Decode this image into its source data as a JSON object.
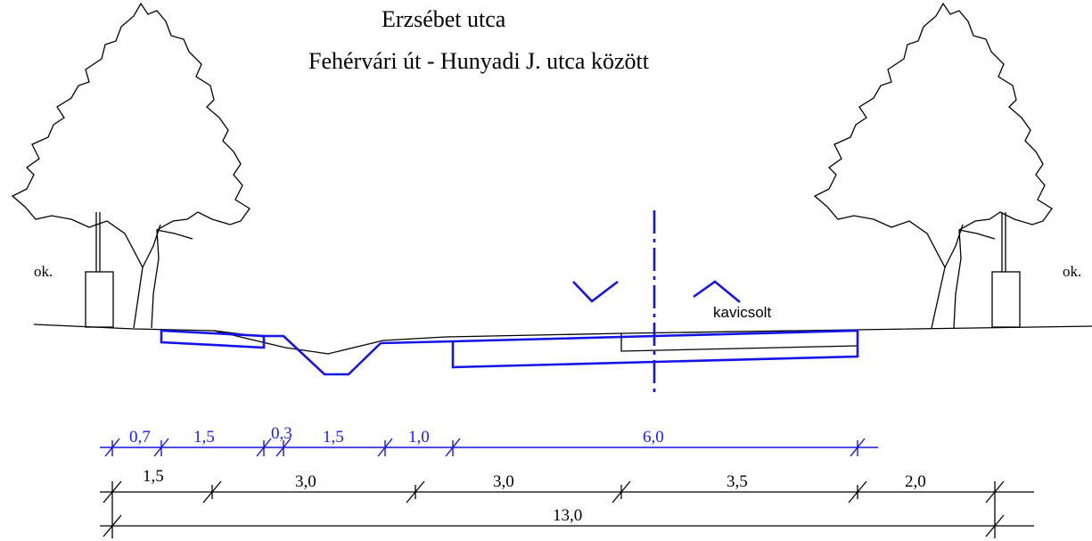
{
  "title": {
    "line1": "Erzsébet  utca",
    "line2": "Fehérvári út - Hunyadi J. utca között"
  },
  "labels": {
    "left_ok": "ok.",
    "right_ok": "ok.",
    "surface": "kavicsolt"
  },
  "dimensions": {
    "blue_row": [
      "0,7",
      "1,5",
      "0,3",
      "1,5",
      "1,0",
      "6,0"
    ],
    "black_row": [
      "1,5",
      "3,0",
      "3,0",
      "3,5",
      "2,0"
    ],
    "total": "13,0"
  },
  "colors": {
    "design": "#1414e6",
    "existing": "#000000"
  }
}
